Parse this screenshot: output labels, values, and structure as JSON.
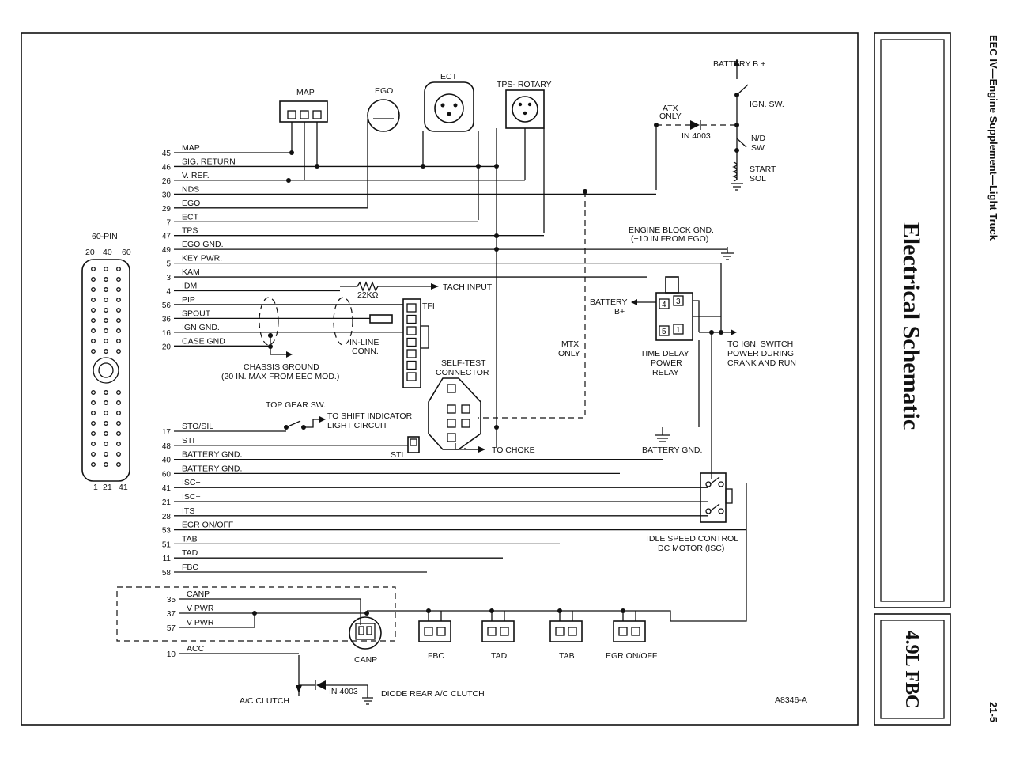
{
  "header": {
    "supplement": "EEC IV—Engine Supplement—Light Truck",
    "section_title": "Electrical Schematic",
    "engine": "4.9L FBC",
    "page_number": "21-5",
    "figure_id": "A8346-A"
  },
  "connector": {
    "title": "60-PIN",
    "top_pins": [
      "20",
      "40",
      "60"
    ],
    "bottom_pins": [
      "1",
      "21",
      "41"
    ]
  },
  "harness_wires": [
    {
      "pin": "45",
      "name": "MAP"
    },
    {
      "pin": "46",
      "name": "SIG. RETURN"
    },
    {
      "pin": "26",
      "name": "V. REF."
    },
    {
      "pin": "30",
      "name": "NDS"
    },
    {
      "pin": "29",
      "name": "EGO"
    },
    {
      "pin": "7",
      "name": "ECT"
    },
    {
      "pin": "47",
      "name": "TPS"
    },
    {
      "pin": "49",
      "name": "EGO GND."
    },
    {
      "pin": "5",
      "name": "KEY PWR."
    },
    {
      "pin": "3",
      "name": "KAM"
    },
    {
      "pin": "4",
      "name": "IDM"
    },
    {
      "pin": "56",
      "name": "PIP"
    },
    {
      "pin": "36",
      "name": "SPOUT"
    },
    {
      "pin": "16",
      "name": "IGN GND."
    },
    {
      "pin": "20",
      "name": "CASE GND"
    },
    {
      "pin": "17",
      "name": "STO/SIL"
    },
    {
      "pin": "48",
      "name": "STI"
    },
    {
      "pin": "40",
      "name": "BATTERY GND."
    },
    {
      "pin": "60",
      "name": "BATTERY GND."
    },
    {
      "pin": "41",
      "name": "ISC−"
    },
    {
      "pin": "21",
      "name": "ISC+"
    },
    {
      "pin": "28",
      "name": "ITS"
    },
    {
      "pin": "53",
      "name": "EGR ON/OFF"
    },
    {
      "pin": "51",
      "name": "TAB"
    },
    {
      "pin": "11",
      "name": "TAD"
    },
    {
      "pin": "58",
      "name": "FBC"
    }
  ],
  "lower_wires": [
    {
      "pin": "35",
      "name": "CANP"
    },
    {
      "pin": "37",
      "name": "V PWR"
    },
    {
      "pin": "57",
      "name": "V PWR"
    },
    {
      "pin": "10",
      "name": "ACC"
    }
  ],
  "components": {
    "map": "MAP",
    "ego": "EGO",
    "ect": "ECT",
    "tps": "TPS- ROTARY",
    "battery": "BATTERY B +",
    "ign_sw": "IGN. SW.",
    "atx_only": [
      "ATX",
      "ONLY"
    ],
    "diode": "IN 4003",
    "nd_sw": [
      "N/D",
      "SW."
    ],
    "start_sol": [
      "START",
      "SOL"
    ],
    "engine_block_gnd": [
      "ENGINE BLOCK GND.",
      "(−10 IN FROM EGO)"
    ],
    "tach_input": "TACH INPUT",
    "resistor": "22KΩ",
    "tfi": "TFI",
    "inline_conn": [
      "IN-LINE",
      "CONN."
    ],
    "chassis_ground": [
      "CHASSIS GROUND",
      "(20 IN. MAX FROM EEC MOD.)"
    ],
    "battery_relay": [
      "BATTERY",
      "B+"
    ],
    "mtx_only": [
      "MTX",
      "ONLY"
    ],
    "relay": [
      "TIME DELAY",
      "POWER",
      "RELAY"
    ],
    "relay_pins": [
      "4",
      "3",
      "5",
      "1"
    ],
    "ign_switch_power": [
      "TO IGN. SWITCH",
      "POWER DURING",
      "CRANK AND RUN"
    ],
    "self_test": [
      "SELF-TEST",
      "CONNECTOR"
    ],
    "top_gear": "TOP GEAR SW.",
    "shift_indicator": [
      "TO SHIFT INDICATOR",
      "LIGHT CIRCUIT"
    ],
    "sti": "STI",
    "choke": "TO CHOKE",
    "battery_gnd": "BATTERY GND.",
    "isc": [
      "IDLE SPEED CONTROL",
      "DC MOTOR (ISC)"
    ],
    "canp": "CANP",
    "fbc": "FBC",
    "tad": "TAD",
    "tab": "TAB",
    "egr": "EGR ON/OFF",
    "ac_clutch": "A/C CLUTCH",
    "diode2": "IN 4003",
    "diode_rear": "DIODE REAR A/C CLUTCH"
  }
}
